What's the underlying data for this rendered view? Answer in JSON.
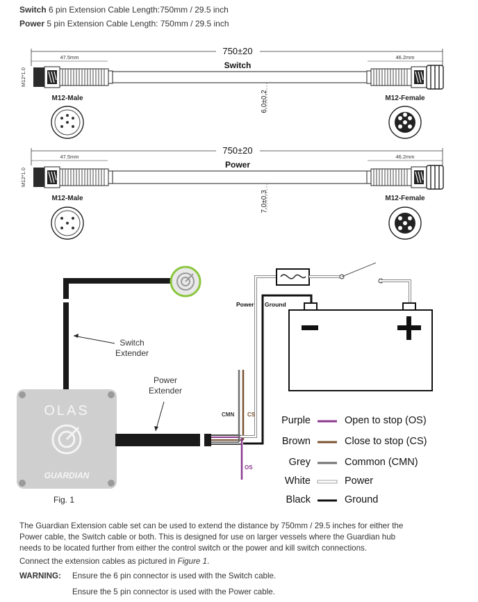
{
  "header": {
    "line1_bold": "Switch",
    "line1_text": " 6 pin Extension Cable Length:750mm / 29.5 inch",
    "line2_bold": "Power",
    "line2_text": " 5 pin Extension Cable Length: 750mm / 29.5 inch"
  },
  "switch_cable": {
    "length": "750±20",
    "name": "Switch",
    "left_dim": "47.5mm",
    "right_dim": "46.2mm",
    "thread": "M12*1.0",
    "diameter": "6.0±0.2",
    "male_label": "M12-Male",
    "female_label": "M12-Female"
  },
  "power_cable": {
    "length": "750±20",
    "name": "Power",
    "left_dim": "47.5mm",
    "right_dim": "46.2mm",
    "thread": "M12*1.0",
    "diameter": "7.0±0.3",
    "male_label": "M12-Male",
    "female_label": "M12-Female"
  },
  "wiring": {
    "switch_extender": "Switch\nExtender",
    "power_extender": "Power\nExtender",
    "hub_brand": "OLAS",
    "hub_model": "GUARDIAN",
    "power_tag": "Power",
    "ground_tag": "Ground",
    "cmn_tag": "CMN",
    "cs_tag": "CS",
    "os_tag": "OS",
    "battery_neg": "−",
    "battery_pos": "+",
    "fig_label": "Fig. 1"
  },
  "legend": [
    {
      "color_name": "Purple",
      "meaning": "Open to stop (OS)",
      "swatch": "#8b3a8f"
    },
    {
      "color_name": "Brown",
      "meaning": "Close to stop (CS)",
      "swatch": "#7a5230"
    },
    {
      "color_name": "Grey",
      "meaning": "Common (CMN)",
      "swatch": "#707070"
    },
    {
      "color_name": "White",
      "meaning": "Power",
      "swatch": "#ffffff"
    },
    {
      "color_name": "Black",
      "meaning": "Ground",
      "swatch": "#111111"
    }
  ],
  "body_text": {
    "para1_l1": "The Guardian Extension cable set can be used to extend the distance by 750mm / 29.5 inches for either the",
    "para1_l2": "Power cable, the Switch cable or both. This is designed for use on larger vessels where the Guardian hub",
    "para1_l3": "needs to be located further from either the control switch or the power and kill switch connections.",
    "para2_prefix": "Connect the extension cables as pictured in ",
    "para2_italic": "Figure 1",
    "para2_suffix": ".",
    "warning_label": "WARNING:",
    "warning_1": "Ensure the 6 pin connector is used with the Switch cable.",
    "warning_2": "Ensure the 5 pin connector is used with the Power cable."
  },
  "colors": {
    "accent_green": "#8cc63f",
    "purple": "#8b3a8f",
    "brown": "#7a5230",
    "grey": "#707070",
    "hub_grey": "#cfcfcf"
  }
}
